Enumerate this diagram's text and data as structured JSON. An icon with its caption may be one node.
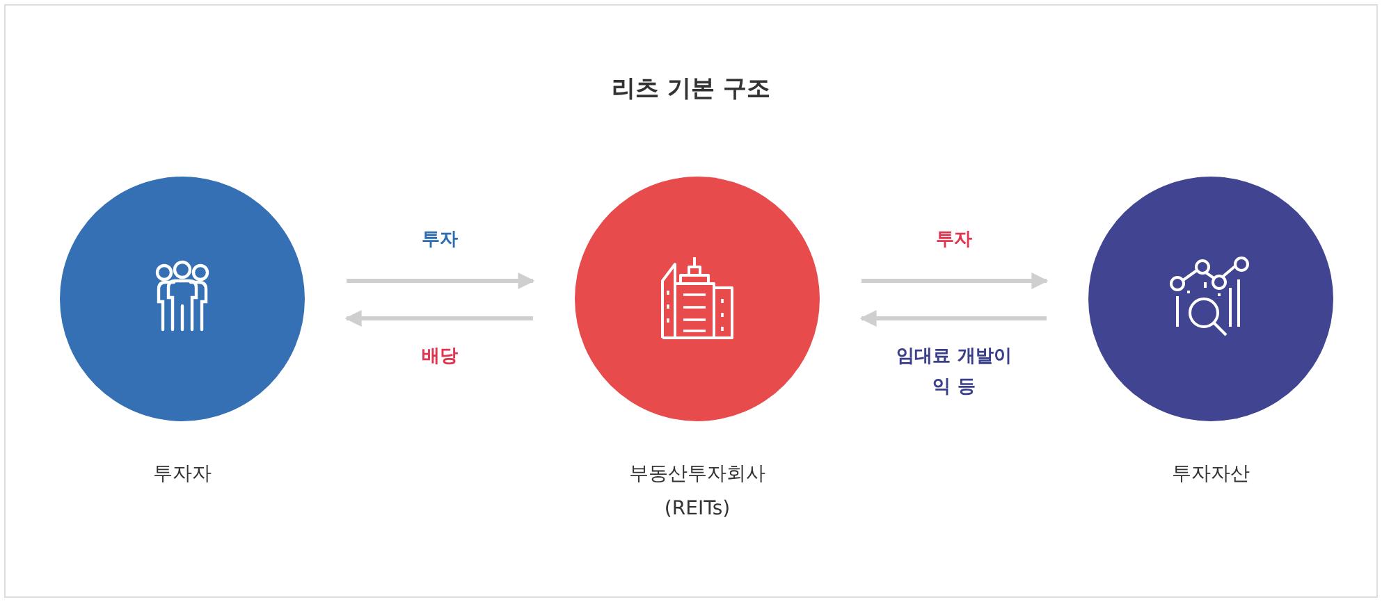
{
  "diagram": {
    "title": "리츠 기본 구조",
    "nodes": [
      {
        "text": [
          "투자자"
        ]
      },
      {
        "text": [
          "부동산투자회사 (REITs)"
        ]
      },
      {
        "text": [
          "투자자산"
        ]
      }
    ],
    "edges": [
      {
        "from": 0,
        "to": 1,
        "arrow": "to",
        "label": "투자"
      },
      {
        "from": 1,
        "to": 0,
        "arrow": "to",
        "label": "배당"
      },
      {
        "from": 1,
        "to": 2,
        "arrow": "to",
        "label": "투자"
      },
      {
        "from": 2,
        "to": 1,
        "arrow": "to",
        "label": "임대료 개발이익 등"
      }
    ]
  }
}
